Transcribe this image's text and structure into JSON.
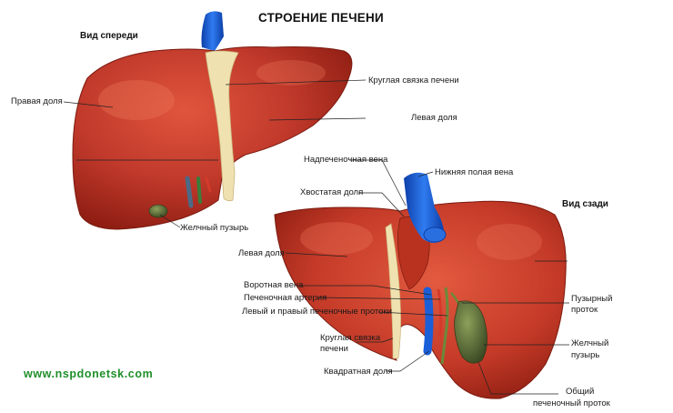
{
  "title": "СТРОЕНИЕ ПЕЧЕНИ",
  "view_front": "Вид спереди",
  "view_back": "Вид сзади",
  "website": "www.nspdonetsk.com",
  "colors": {
    "liver": "#c0392b",
    "liver_dark": "#8e1d12",
    "ligament": "#f0e2b0",
    "vein": "#1a5fd8",
    "artery": "#d43a2a",
    "duct": "#6b8a3a",
    "gallbladder": "#55683a",
    "website": "#1f8f2a"
  },
  "labels": {
    "front": {
      "right_lobe": "Правая доля",
      "round_ligament": "Круглая связка печени",
      "left_lobe": "Левая доля",
      "gallbladder": "Желчный пузырь"
    },
    "back": {
      "hepatic_vein": "Надпеченочная вена",
      "ivc": "Нижняя полая вена",
      "caudate_lobe": "Хвостатая доля",
      "left_lobe": "Левая доля",
      "portal_vein": "Воротная вена",
      "hepatic_artery": "Печеночная артерия",
      "hepatic_ducts": "Левый и правый печеночные протоки",
      "cystic_duct_1": "Пузырный",
      "cystic_duct_2": "проток",
      "round_ligament_1": "Круглая связка",
      "round_ligament_2": "печени",
      "gallbladder_1": "Желчный",
      "gallbladder_2": "пузырь",
      "quadrate_lobe": "Квадратная доля",
      "common_duct_1": "Общий",
      "common_duct_2": "печеночный проток"
    }
  }
}
